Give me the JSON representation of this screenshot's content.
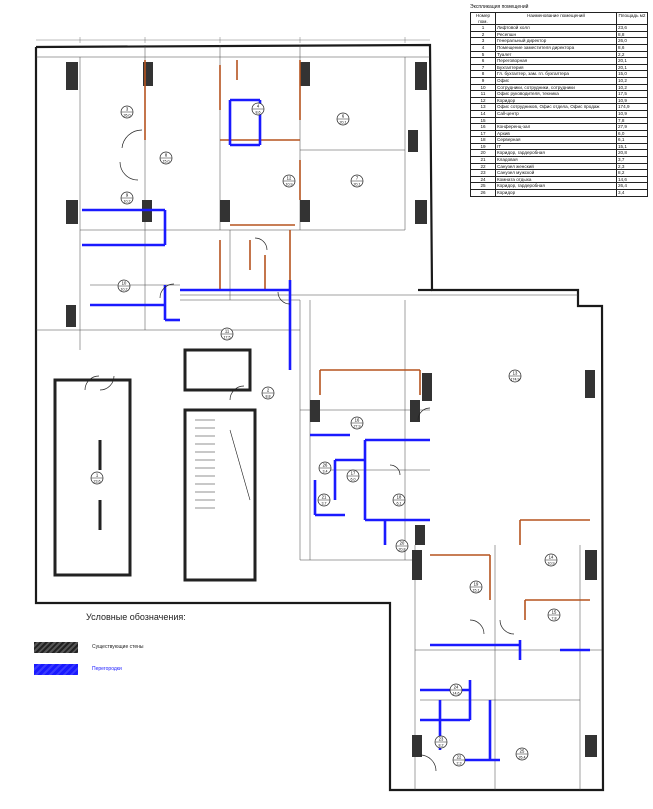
{
  "table": {
    "title": "Экспликация помещений",
    "headers": [
      "Номер пом.",
      "Наименование помещений",
      "Площадь м2"
    ],
    "rows": [
      [
        "1",
        "Лифтовой холл",
        "23,6"
      ],
      [
        "2",
        "Ресепшн",
        "8,8"
      ],
      [
        "3",
        "Генеральный директор",
        "26,0"
      ],
      [
        "4",
        "Помещение заместителя директора",
        "8,6"
      ],
      [
        "5",
        "Туалет",
        "2,2"
      ],
      [
        "6",
        "Переговорная",
        "20,1"
      ],
      [
        "7",
        "Бухгалтерия",
        "20,1"
      ],
      [
        "8",
        "Гл. бухгалтер, зам. гл. бухгалтера",
        "15,0"
      ],
      [
        "9",
        "Офис",
        "10,2"
      ],
      [
        "10",
        "Сотрудники, сотрудники, сотрудники",
        "10,2"
      ],
      [
        "11",
        "Офис руководителя, техника",
        "17,5"
      ],
      [
        "12",
        "Коридор",
        "10,9"
      ],
      [
        "13",
        "Офис сотрудников, Офис отдела, Офис продаж",
        "174,9"
      ],
      [
        "14",
        "Call-центр",
        "10,9"
      ],
      [
        "15",
        "",
        "7,8"
      ],
      [
        "16",
        "Конференц-зал",
        "27,9"
      ],
      [
        "17",
        "Архив",
        "6,0"
      ],
      [
        "18",
        "Серверная",
        "6,1"
      ],
      [
        "19",
        "IT",
        "15,1"
      ],
      [
        "20",
        "Коридор, гардеробная",
        "20,8"
      ],
      [
        "21",
        "Кладовая",
        "3,7"
      ],
      [
        "22",
        "Санузел женский",
        "2,3"
      ],
      [
        "23",
        "Санузел мужской",
        "8,2"
      ],
      [
        "24",
        "Комната отдыха",
        "14,6"
      ],
      [
        "25",
        "Коридор, гардеробная",
        "26,4"
      ],
      [
        "26",
        "Коридор",
        "3,4"
      ]
    ]
  },
  "legend": {
    "title": "Условные обозначения:",
    "wall_label": "Существующие стены",
    "partition_label": "Перегородки",
    "wall_color": "#333333",
    "partition_color": "#1a1aff"
  },
  "room_markers": [
    {
      "num": "3",
      "area": "26,0"
    },
    {
      "num": "1",
      "area": "23,6"
    },
    {
      "num": "8",
      "area": "15,0"
    },
    {
      "num": "9",
      "area": "10,2"
    },
    {
      "num": "10",
      "area": "10,2"
    },
    {
      "num": "4",
      "area": "8,6"
    },
    {
      "num": "12",
      "area": "10,9"
    },
    {
      "num": "6",
      "area": "20,1"
    },
    {
      "num": "7",
      "area": "20,1"
    },
    {
      "num": "11",
      "area": "17,5"
    },
    {
      "num": "2",
      "area": "8,8"
    },
    {
      "num": "13",
      "area": "174,9"
    },
    {
      "num": "16",
      "area": "27,9"
    },
    {
      "num": "17",
      "area": "6,0"
    },
    {
      "num": "18",
      "area": "6,1"
    },
    {
      "num": "21",
      "area": "3,7"
    },
    {
      "num": "20",
      "area": "20,8"
    },
    {
      "num": "19",
      "area": "15,1"
    },
    {
      "num": "14",
      "area": "10,9"
    },
    {
      "num": "15",
      "area": "7,8"
    },
    {
      "num": "24",
      "area": "14,6"
    },
    {
      "num": "23",
      "area": "8,2"
    },
    {
      "num": "22",
      "area": "2,3"
    },
    {
      "num": "25",
      "area": "26,4"
    },
    {
      "num": "26",
      "area": "3,4"
    }
  ]
}
